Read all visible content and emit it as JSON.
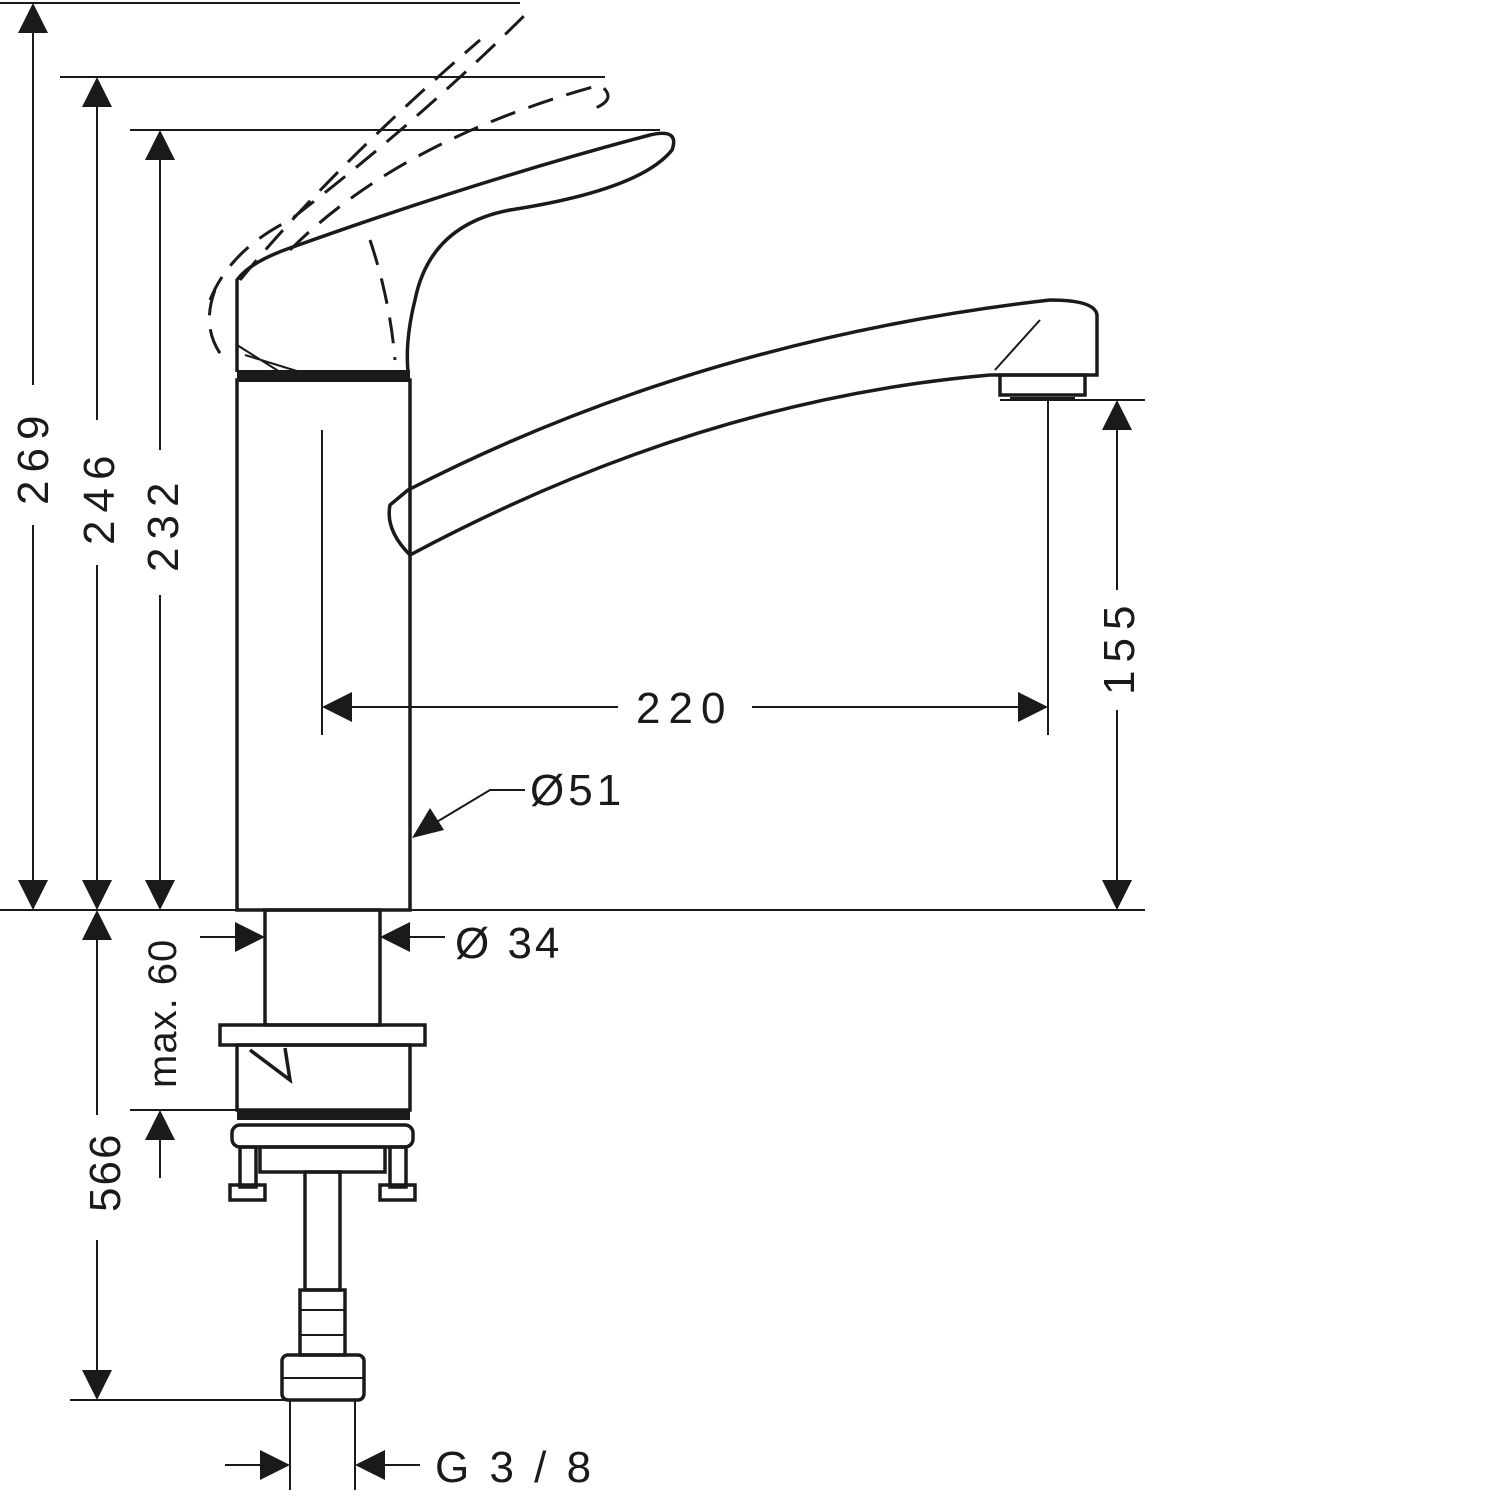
{
  "drawing": {
    "dimensions": {
      "total_height_raised": "269",
      "height_lever_mid": "246",
      "height_lever_closed": "232",
      "spout_clearance": "155",
      "spout_reach": "220",
      "body_diameter": "Ø51",
      "shank_diameter": "Ø 34",
      "max_deck_thickness": "max. 60",
      "hose_length": "566",
      "connection_thread": "G 3 / 8"
    },
    "line_color": "#1a1a1a"
  }
}
